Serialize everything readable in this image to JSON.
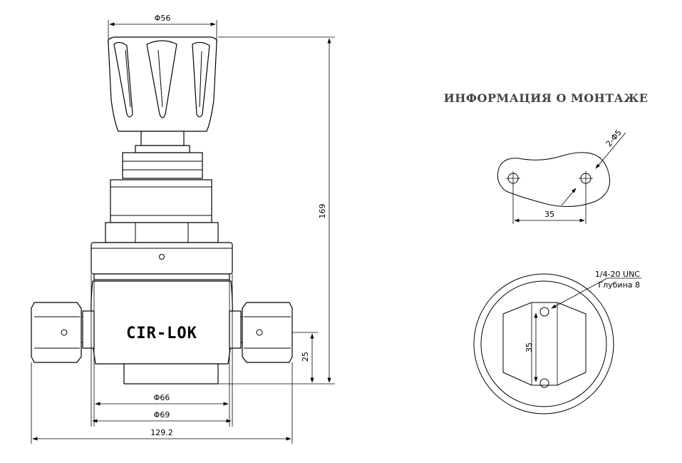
{
  "brand": "CIR-LOK",
  "mounting": {
    "heading": "ИНФОРМАЦИЯ О МОНТАЖЕ",
    "holes_label": "2-Φ5",
    "hole_spacing": "35",
    "thread_line1": "1/4-20 UNC",
    "thread_line2": "Глубина 8",
    "bottom_spacing": "35"
  },
  "dimensions": {
    "knob_diameter": "Φ56",
    "height": "169",
    "port_height": "25",
    "body_diameter_1": "Φ66",
    "body_diameter_2": "Φ69",
    "overall_width": "129.2"
  }
}
